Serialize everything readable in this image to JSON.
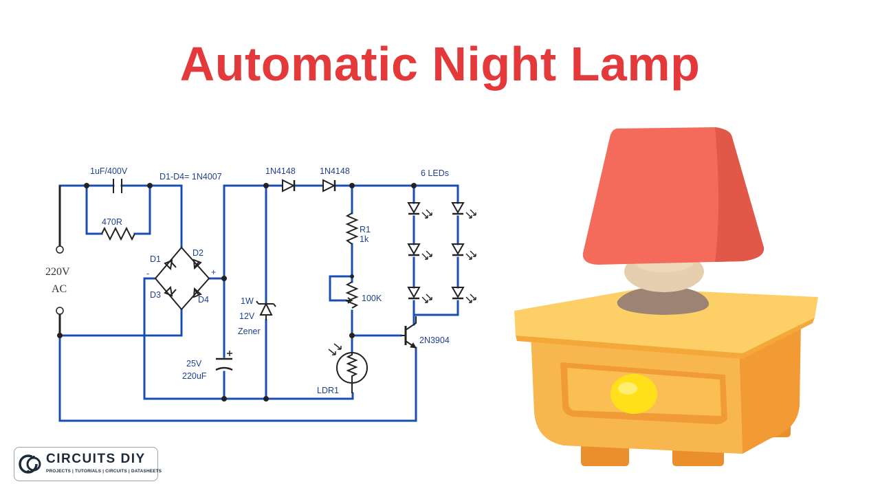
{
  "title": "Automatic Night Lamp",
  "colors": {
    "title": "#e3393b",
    "wire": "#1a4fb0",
    "component": "#222222",
    "label": "#1f3f8f",
    "shade": "#f46b5b",
    "lamp_base": "#e6cfae",
    "table": "#f8b64e",
    "knob": "#ffe01a",
    "logo": "#1c2a3a"
  },
  "circuit": {
    "cap_label": "1uF/400V",
    "resistor_label": "470R",
    "bridge_label": "D1-D4= 1N4007",
    "source_line1": "220V",
    "source_line2": "AC",
    "d1": "D1",
    "d2": "D2",
    "d3": "D3",
    "d4": "D4",
    "minus": "-",
    "plus": "+",
    "diode1_label": "1N4148",
    "diode2_label": "1N4148",
    "leds_label": "6 LEDs",
    "r1_name": "R1",
    "r1_value": "1k",
    "pot_label": "100K",
    "zener_line1": "1W",
    "zener_line2": "12V",
    "zener_line3": "Zener",
    "ecap_line1": "25V",
    "ecap_line2": "220uF",
    "transistor_label": "2N3904",
    "ldr_label": "LDR1"
  },
  "logo": {
    "name": "CIRCUITS DIY",
    "tagline": "PROJECTS | TUTORIALS | CIRCUITS | DATASHEETS"
  }
}
